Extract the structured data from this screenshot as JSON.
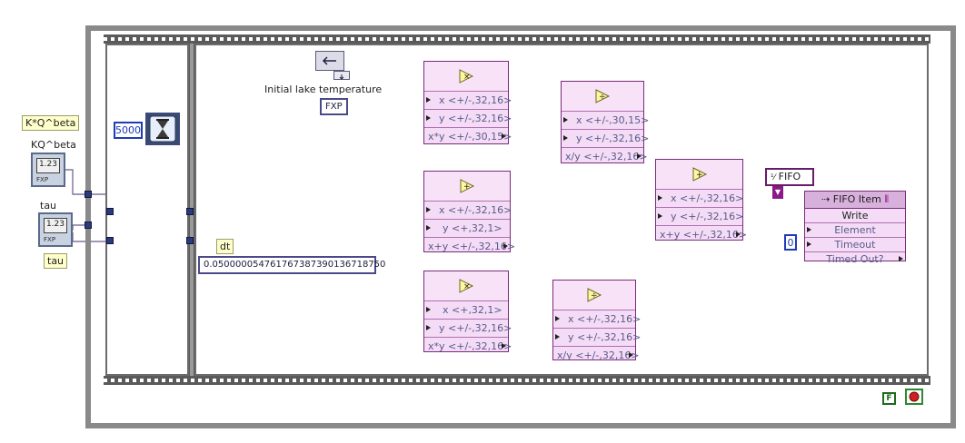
{
  "controls": {
    "kq_label": "K*Q^beta",
    "kq_caption": "KQ^beta",
    "kq_value": "1.23",
    "kq_tag": "FXP",
    "tau_caption": "tau",
    "tau_value": "1.23",
    "tau_tag": "FXP",
    "tau_label": "tau"
  },
  "wait": {
    "constant": "5000"
  },
  "feedback": {
    "caption": "Initial lake temperature",
    "init_type": "FXP"
  },
  "dt": {
    "label": "dt",
    "value": "0.050000054761767387390136718750"
  },
  "nodes": {
    "mult1": {
      "rows": [
        "x <+/-,32,16>",
        "y <+/-,32,16>"
      ],
      "output": "x*y <+/-,30,15>"
    },
    "add1": {
      "rows": [
        "x <+/-,32,16>",
        "y <+,32,1>"
      ],
      "output": "x+y <+/-,32,16>"
    },
    "mult2": {
      "rows": [
        "x <+,32,1>",
        "y <+/-,32,16>"
      ],
      "output": "x*y <+/-,32,16>"
    },
    "div1": {
      "rows": [
        "x <+/-,30,15>",
        "y <+/-,32,16>"
      ],
      "output": "x/y <+/-,32,16>"
    },
    "div2": {
      "rows": [
        "x <+/-,32,16>",
        "y <+/-,32,16>"
      ],
      "output": "x/y <+/-,32,16>"
    },
    "add2": {
      "rows": [
        "x <+/-,32,16>",
        "y <+/-,32,16>"
      ],
      "output": "x+y <+/-,32,16>"
    }
  },
  "fifo": {
    "ref": "FIFO",
    "title": "FIFO Item",
    "method": "Write",
    "rows": [
      "Element",
      "Timeout",
      "Timed Out?"
    ],
    "timeout_value": "0"
  },
  "stop": {
    "constant": "F"
  }
}
